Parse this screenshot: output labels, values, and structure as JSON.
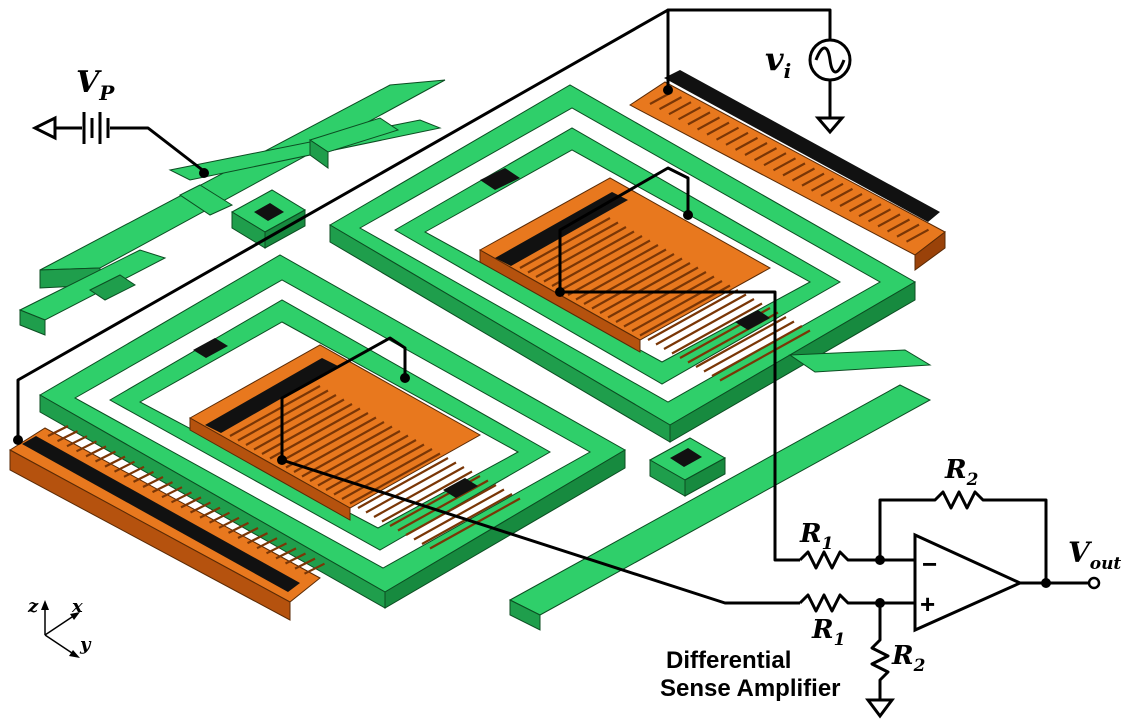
{
  "labels": {
    "vp_main": "V",
    "vp_sub": "P",
    "vi_main": "v",
    "vi_sub": "i",
    "r1_top_main": "R",
    "r1_top_sub": "1",
    "r1_bot_main": "R",
    "r1_bot_sub": "1",
    "r2_top_main": "R",
    "r2_top_sub": "2",
    "r2_bot_main": "R",
    "r2_bot_sub": "2",
    "vout_main": "V",
    "vout_sub": "out",
    "opamp_minus": "−",
    "opamp_plus": "+",
    "amp_line1": "Differential",
    "amp_line2": "Sense Amplifier",
    "axis_z": "z",
    "axis_x": "x",
    "axis_y": "y"
  },
  "colors": {
    "frame_green": "#2fcf6a",
    "frame_green_side": "#1f9e4c",
    "frame_green_dark": "#178a3f",
    "comb_orange": "#e8781e",
    "comb_orange_side": "#b5520e",
    "comb_orange_dark": "#9a4209",
    "anchor_black": "#111111",
    "wire": "#000000"
  }
}
